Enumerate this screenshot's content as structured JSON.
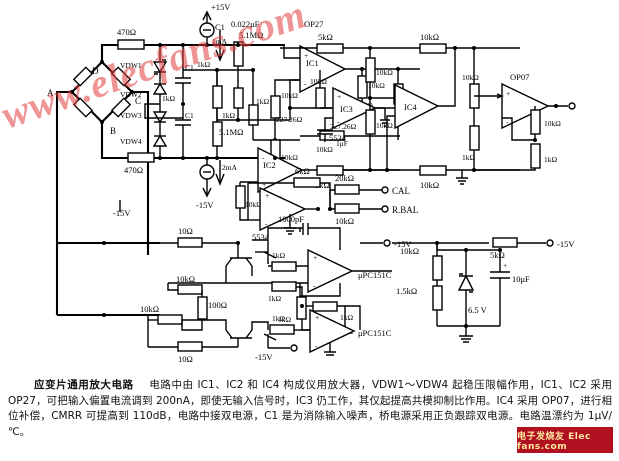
{
  "figure": {
    "title": "应变片通用放大电路",
    "watermark_main": "www.elecfans.com",
    "watermark_logo": "电子发烧友 Elec fans.com"
  },
  "caption": {
    "title": "应变片通用放大电路",
    "body_line1": "电路中由 IC1、IC2 和 IC4 构成仪用放大器，VDW1～VDW4 起稳压限幅作",
    "body_line2": "用，IC1、IC2 采用 OP27，可把输入偏置电流调到 200nA，即使无输入信号时，IC3 仍工作，其仅起提高共",
    "body_line3": "模抑制比作用。IC4 采用 OP07，进行相位补偿，CMRR 可提高到 110dB，电路中接双电源，C1 是为消除输",
    "body_line4": "入噪声，桥电源采用正负跟踪双电源。电路温漂约为 1μV/℃。"
  },
  "bridge": {
    "node_a": "A",
    "node_b": "B",
    "node_c": "C",
    "node_d": "D"
  },
  "supplies": {
    "pos_top": "+15V",
    "neg_bottom": "-15V",
    "neg_mid": "-15V",
    "neg_right": "-15V",
    "neg_reg_in": "-15V",
    "neg_bottom2": "-15V",
    "current_top": "1mA",
    "current_bottom": "2mA"
  },
  "components": {
    "r_470_top": "470Ω",
    "r_470_bottom": "470Ω",
    "c1_top": "C1",
    "c1_label_top2": "C1",
    "c1_label_mid": "C1",
    "c1_value": "0.022μF",
    "vdw1": "VDW1",
    "vdw2": "VDW2",
    "vdw3": "VDW3",
    "vdw4": "VDW4",
    "r_1k_zener_top": "1kΩ",
    "r_51M_top": "5.1MΩ",
    "r_51M_bottom": "5.1MΩ",
    "r_1k_a": "1kΩ",
    "r_1k_b": "1kΩ",
    "r_1k_c": "1kΩ",
    "r_10k_ic1_fb": "10kΩ",
    "r_10k_ic1_in": "10kΩ",
    "r_10k_top_right": "10kΩ",
    "r_22726_a": "227.26Ω",
    "r_22726_b": "227.26Ω",
    "r_10k_mid": "10kΩ",
    "r_10k_mid2": "10kΩ",
    "r_10k_ic2": "10kΩ",
    "r_100_ic3": "100Ω",
    "c_1uF": "1μF",
    "r_5k_top": "5kΩ",
    "r_10k_ic4_top": "10kΩ",
    "r_10k_ic3_a": "10kΩ",
    "r_10k_ic3_b": "10kΩ",
    "r_5k_bottom": "5kΩ",
    "r_10k_ic4_bottom": "10kΩ",
    "r_10k_op07_in": "10kΩ",
    "r_1k_op07": "1kΩ",
    "r_10k_op07_fb": "10kΩ",
    "r_1k_op07_out": "1kΩ",
    "r_6k": "6kΩ",
    "r_20k_cal": "20kΩ",
    "r_10k_rbal": "10kΩ",
    "c_1000pF": "1000pF",
    "r_10_top": "10Ω",
    "r_10_bottom": "10Ω",
    "r_1k_q1": "1kΩ",
    "r_1k_q2": "1kΩ",
    "r_1k_n1": "1kΩ",
    "r_1k_n2": "1kΩ",
    "r_1k_n3": "1kΩ",
    "r_1k_n4": "1kΩ",
    "r_10k_fb1": "10kΩ",
    "r_10k_fb2": "10kΩ",
    "r_100_fb": "100Ω",
    "r_10k_reg": "10kΩ",
    "r_15k_reg": "1.5kΩ",
    "r_5k_reg": "5kΩ",
    "c_10uF": "10μF",
    "c_10uF_polarity": "+",
    "zener_6v5": "6.5 V"
  },
  "ics": {
    "ic1": "IC1",
    "ic1_type": "OP27",
    "ic2": "IC2",
    "ic2_type": "OP27",
    "ic3": "IC3",
    "ic3_type": "5534",
    "ic4": "IC4",
    "op07": "OP07",
    "opamp_5534_low": "5534",
    "upc151c_1": "μPC151C",
    "upc151c_2": "μPC151C"
  },
  "terminals": {
    "cal": "CAL",
    "rbal": "R.BAL"
  },
  "polarity": {
    "plus": "+",
    "minus": "-"
  }
}
